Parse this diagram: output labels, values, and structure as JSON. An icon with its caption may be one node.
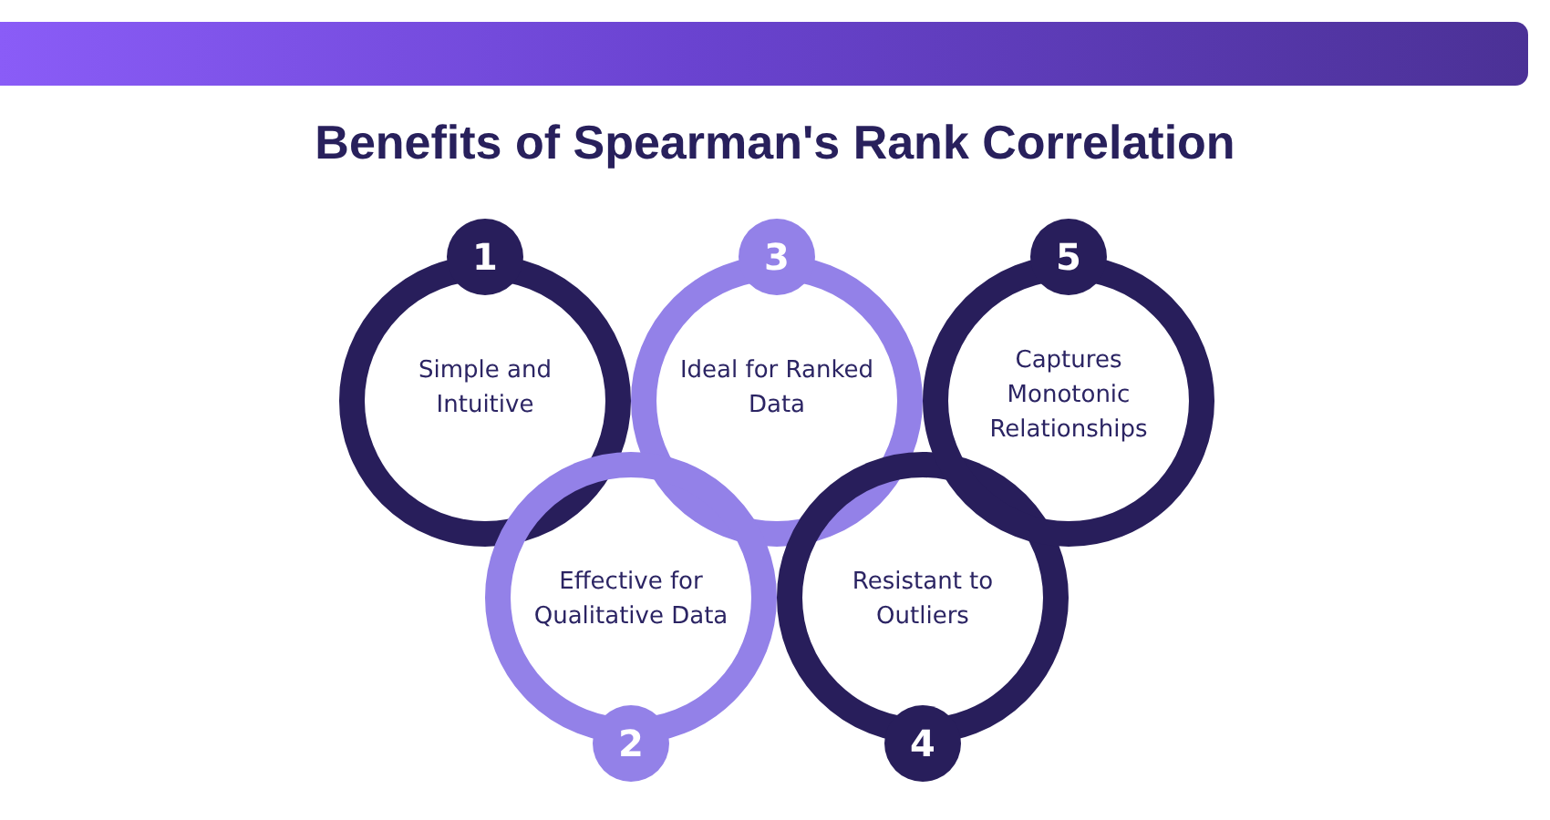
{
  "diagram": {
    "title": "Benefits of Spearman's Rank Correlation",
    "nodes": [
      {
        "text": [
          "Simple and Intuitive"
        ]
      },
      {
        "text": [
          "1"
        ]
      },
      {
        "text": [
          "Effective for Qualitative Data"
        ]
      },
      {
        "text": [
          "2"
        ]
      },
      {
        "text": [
          "Ideal for Ranked Data"
        ]
      },
      {
        "text": [
          "3"
        ]
      },
      {
        "text": [
          "Resistant to Outliers"
        ]
      },
      {
        "text": [
          "4"
        ]
      },
      {
        "text": [
          "Captures Monotonic Relationships"
        ]
      },
      {
        "text": [
          "5"
        ]
      }
    ]
  }
}
